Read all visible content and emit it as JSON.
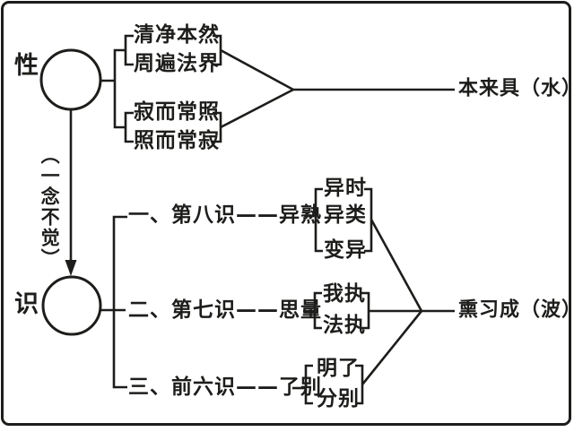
{
  "colors": {
    "line": "#1d1d1b",
    "text": "#1d1d1b",
    "background": "#ffffff",
    "consciousness_circle_fill": "#ddd8d4",
    "nature_circle_fill": "#ffffff"
  },
  "nature": {
    "label": "性",
    "aspects": [
      "清净本然",
      "周遍法界",
      "寂而常照",
      "照而常寂"
    ],
    "result": "本来具（水）"
  },
  "transition": {
    "label": "（一念不觉）"
  },
  "consciousness": {
    "label": "识",
    "rows": [
      {
        "title": "一、第八识——异熟",
        "subs": [
          "异时",
          "异类",
          "变异"
        ]
      },
      {
        "title": "二、第七识——思量",
        "subs": [
          "我执",
          "法执"
        ]
      },
      {
        "title": "三、前六识——了别",
        "subs": [
          "明了",
          "分别"
        ]
      }
    ],
    "result": "熏习成（波）"
  }
}
